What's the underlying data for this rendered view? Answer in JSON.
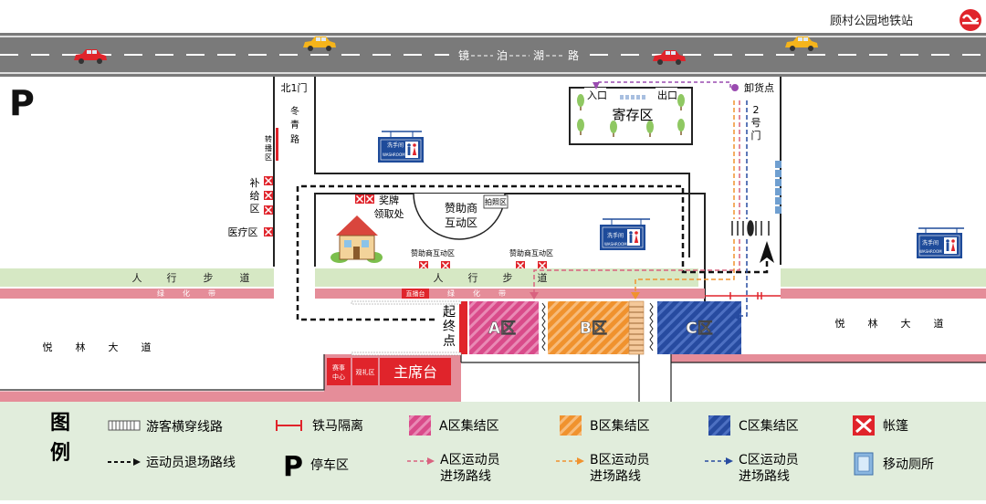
{
  "title": "顾村公园地铁站",
  "road_top": [
    "镜",
    "泊",
    "湖",
    "路"
  ],
  "road_left": [
    "悦",
    "林",
    "大",
    "道"
  ],
  "road_right": [
    "悦",
    "林",
    "大",
    "道"
  ],
  "dongqing_road": [
    "冬",
    "青",
    "路"
  ],
  "gate_n1": "北1门",
  "gate2": [
    "2",
    "号",
    "门"
  ],
  "unload": "卸货点",
  "parking": "P",
  "storage": {
    "title": "寄存区",
    "entrance": "入口",
    "exit": "出口"
  },
  "transfer": [
    "转",
    "播",
    "区"
  ],
  "supply": [
    "补",
    "给",
    "区"
  ],
  "medical": "医疗区",
  "award": [
    "奖牌",
    "领取处"
  ],
  "sponsor_big": [
    "赞助商",
    "互动区"
  ],
  "photo": "拍照区",
  "sponsor_small_1": "赞助商互动区",
  "sponsor_small_2": "赞助商互动区",
  "walkway": [
    "人",
    "行",
    "步",
    "道"
  ],
  "walkway2": [
    "人",
    "行",
    "步",
    "道"
  ],
  "greenbelt": [
    "绿",
    "化",
    "带"
  ],
  "greenbelt2": [
    "绿",
    "化",
    "带"
  ],
  "live": "直播台",
  "start_finish": [
    "起",
    "终",
    "点"
  ],
  "zones": [
    "A区",
    "B区",
    "C区"
  ],
  "event_center": [
    "赛事",
    "中心"
  ],
  "viewing": "观礼区",
  "main_stand": "主席台",
  "washroom": {
    "cn": "洗手间",
    "en": "WASHROOM"
  },
  "legend": {
    "title": [
      "图",
      "例"
    ],
    "crossing": "游客横穿线路",
    "exit_route": "运动员退场路线",
    "barrier": "铁马隔离",
    "parking": "停车区",
    "zone_a": "A区集结区",
    "route_a": [
      "A区运动员",
      "进场路线"
    ],
    "zone_b": "B区集结区",
    "route_b": [
      "B区运动员",
      "进场路线"
    ],
    "zone_c": "C区集结区",
    "route_c": [
      "C区运动员",
      "进场路线"
    ],
    "tent": "帐篷",
    "toilet": "移动厕所"
  },
  "colors": {
    "road": "#7a7a7a",
    "walk": "#d6e8c4",
    "green": "#e58d99",
    "zoneA": "#d94b8a",
    "zoneB": "#f0922e",
    "zoneC": "#274ba0",
    "red": "#e0242b",
    "legend_bg": "#e1eddc"
  }
}
